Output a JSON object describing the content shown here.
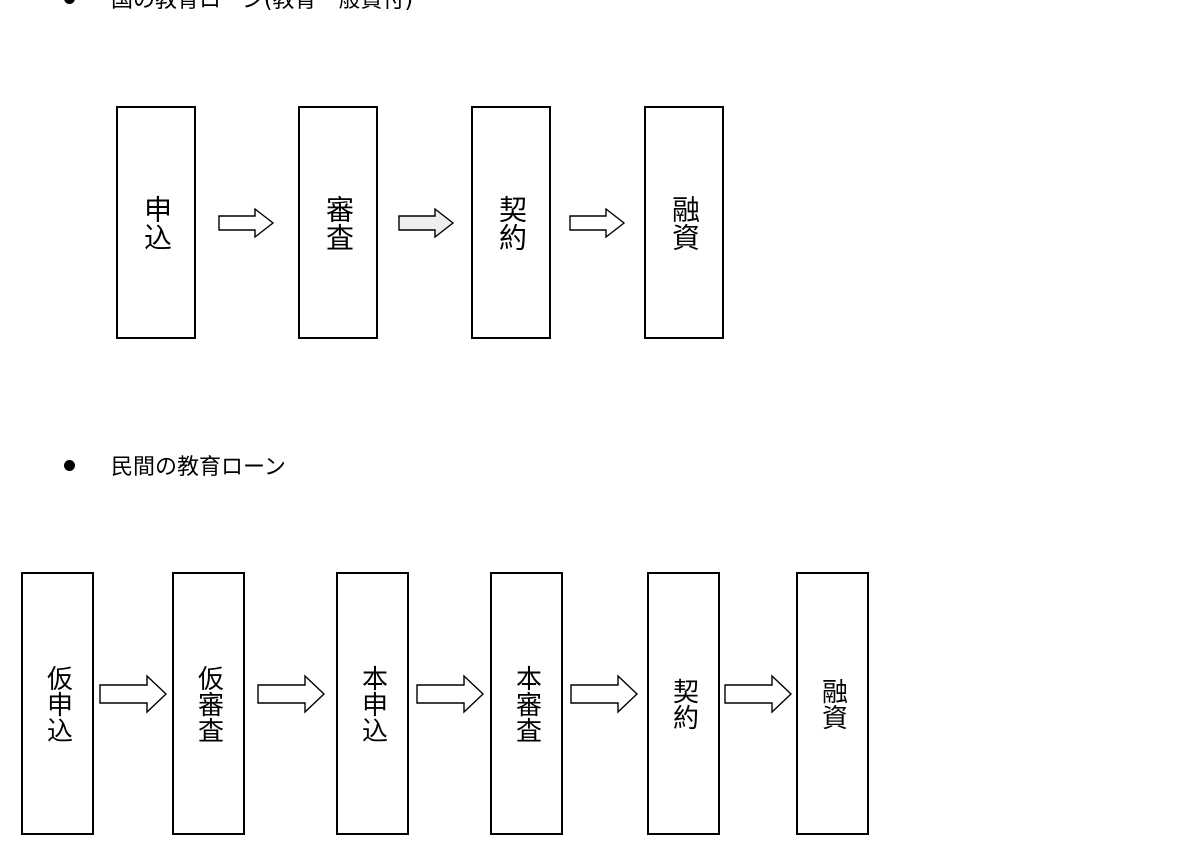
{
  "flows": [
    {
      "title": "国の教育ローン(教育一般貸付)",
      "steps": [
        "申込",
        "審査",
        "契約",
        "融資"
      ]
    },
    {
      "title": "民間の教育ローン",
      "steps": [
        "仮申込",
        "仮審査",
        "本申込",
        "本審査",
        "契約",
        "融資"
      ]
    }
  ],
  "colors": {
    "stroke": "#000000",
    "arrow_fill": "#ffffff",
    "arrow_fill_shaded": "#eeeeee"
  }
}
